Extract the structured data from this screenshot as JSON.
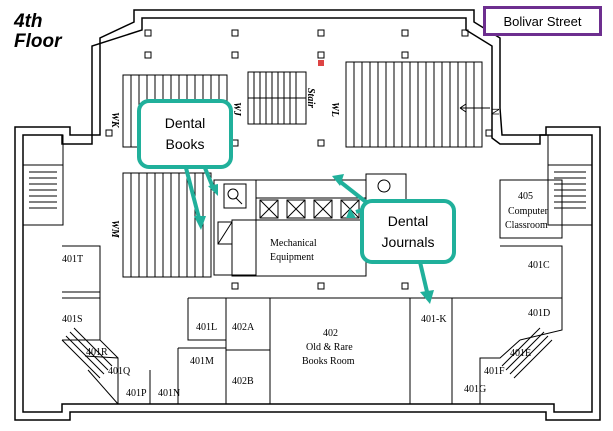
{
  "floor": {
    "line1": "4th",
    "line2": "Floor"
  },
  "street": "Bolivar Street",
  "callouts": {
    "books": {
      "line1": "Dental",
      "line2": "Books"
    },
    "journals": {
      "line1": "Dental",
      "line2": "Journals"
    }
  },
  "labels": {
    "stair": "Stair",
    "mechanical_line1": "Mechanical",
    "mechanical_line2": "Equipment",
    "computer_room_number": "405",
    "computer_line1": "Computer",
    "computer_line2": "Classroom",
    "rare_number": "402",
    "rare_line1": "Old & Rare",
    "rare_line2": "Books Room",
    "wk": "WK",
    "wj": "WJ",
    "wl": "WL",
    "wm": "WM"
  },
  "rooms": {
    "r401T": "401T",
    "r401S": "401S",
    "r401R": "401R",
    "r401Q": "401Q",
    "r401P": "401P",
    "r401N": "401N",
    "r401M": "401M",
    "r401L": "401L",
    "r402A": "402A",
    "r402B": "402B",
    "r401K": "401-K",
    "r401C": "401C",
    "r401D": "401D",
    "r401E": "401E",
    "r401F": "401F",
    "r401G": "401G"
  },
  "colors": {
    "callout": "#20b09b",
    "street_border": "#6d2e8f",
    "lines": "#000000"
  },
  "icons": {
    "compass": "north-arrow-icon"
  }
}
